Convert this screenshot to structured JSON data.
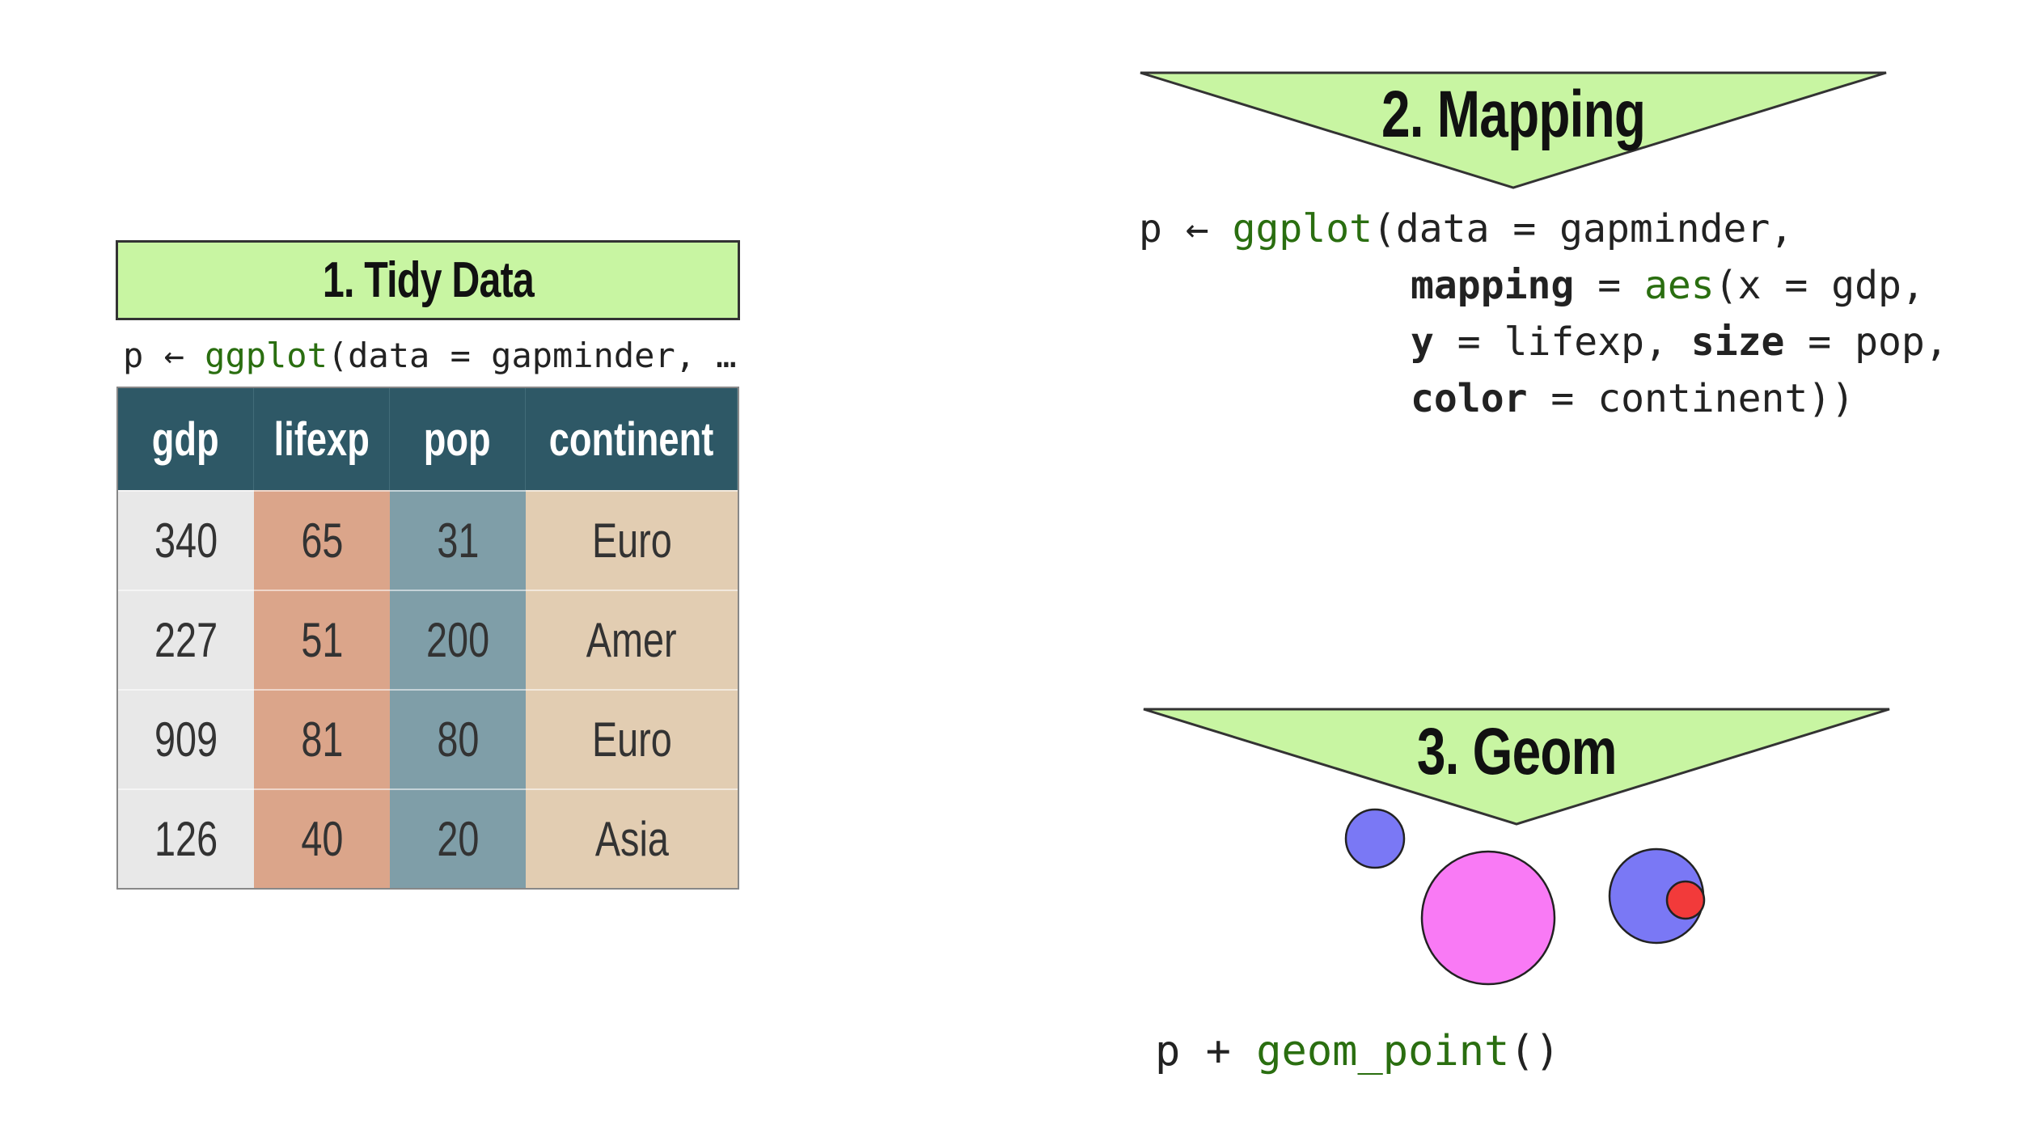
{
  "tidy_data": {
    "title": "1. Tidy Data",
    "code_prefix": "p ← ",
    "code_fn": "ggplot",
    "code_rest": "(data = gapminder, …",
    "table": {
      "headers": [
        "gdp",
        "lifexp",
        "pop",
        "continent"
      ],
      "rows": [
        [
          "340",
          "65",
          "31",
          "Euro"
        ],
        [
          "227",
          "51",
          "200",
          "Amer"
        ],
        [
          "909",
          "81",
          "80",
          "Euro"
        ],
        [
          "126",
          "40",
          "20",
          "Asia"
        ]
      ]
    }
  },
  "mapping": {
    "title": "2. Mapping",
    "line1_prefix": "p ← ",
    "line1_fn": "ggplot",
    "line1_rest": "(data = gapminder,",
    "line2_kw": "mapping",
    "line2_eq": " = ",
    "line2_fn": "aes",
    "line2_rest": "(x = gdp,",
    "line3_kw": "y",
    "line3_mid": " = lifexp, ",
    "line3_kw2": "size",
    "line3_rest": " = pop,",
    "line4_kw": "color",
    "line4_rest": " = continent))"
  },
  "geom": {
    "title": "3. Geom",
    "code_prefix": "p + ",
    "code_fn": "geom_point",
    "code_rest": "()"
  },
  "colors": {
    "banner_green": "#c8f5a2",
    "header_teal": "#2e5866",
    "code_fn_green": "#2a6e10",
    "point_blue": "#7a78f5",
    "point_pink": "#f97af5",
    "point_red": "#f23a3a"
  }
}
